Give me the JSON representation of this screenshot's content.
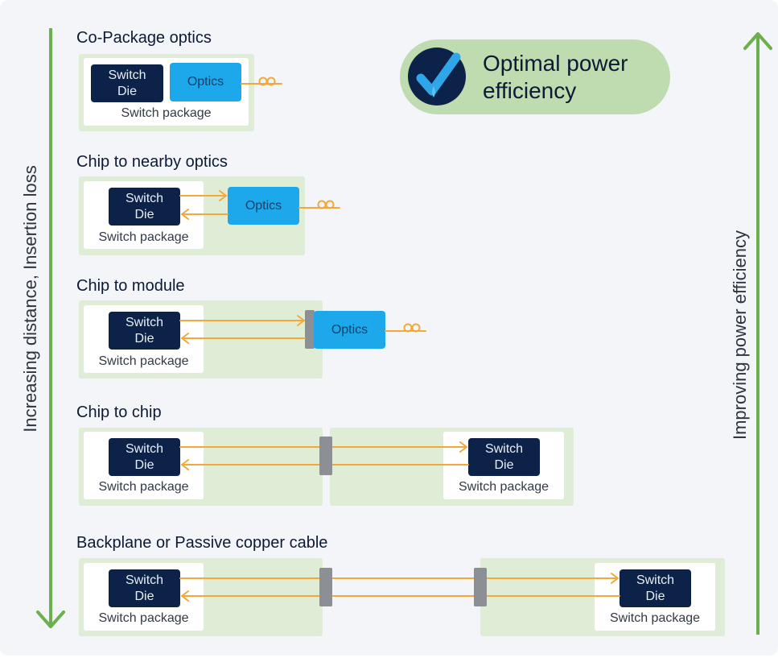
{
  "left_axis": {
    "label": "Increasing distance, Insertion loss"
  },
  "right_axis": {
    "label": "Improving power efficiency"
  },
  "badge": {
    "text": "Optimal power efficiency",
    "icon": "check-circle-icon"
  },
  "common": {
    "switch_die": "Switch Die",
    "switch_die_line1": "Switch",
    "switch_die_line2": "Die",
    "switch_package": "Switch package",
    "optics": "Optics"
  },
  "sections": [
    {
      "title": "Co-Package optics"
    },
    {
      "title": "Chip to nearby optics"
    },
    {
      "title": "Chip to module"
    },
    {
      "title": "Chip to chip"
    },
    {
      "title": "Backplane or Passive copper cable"
    }
  ],
  "colors": {
    "arrow_green": "#6ab04c",
    "zone_green": "#e0edd6",
    "die_navy": "#0d2248",
    "optics_blue": "#1ea8ec",
    "signal_orange": "#f3a93a",
    "connector_gray": "#8c8f94"
  }
}
